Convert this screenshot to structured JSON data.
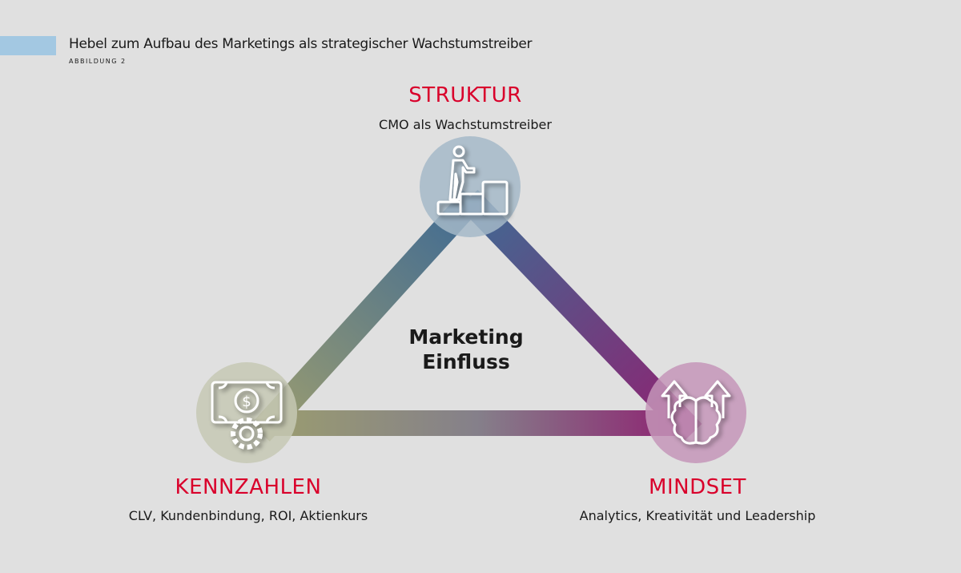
{
  "header": {
    "title": "Hebel zum Aufbau des Marketings als strategischer Wachstumstreiber",
    "subtitle": "ABBILDUNG 2"
  },
  "center": {
    "line1": "Marketing",
    "line2": "Einfluss"
  },
  "nodes": {
    "struktur": {
      "title": "STRUKTUR",
      "desc": "CMO als Wachstumstreiber",
      "icon": "person-climbing-steps-icon",
      "color": "#a5b8c8"
    },
    "kennzahlen": {
      "title": "KENNZAHLEN",
      "desc": "CLV, Kundenbindung, ROI, Aktienkurs",
      "icon": "money-gear-icon",
      "color": "#c6c8b4"
    },
    "mindset": {
      "title": "MINDSET",
      "desc": "Analytics, Kreativität und Leadership",
      "icon": "brain-arrows-icon",
      "color": "#c495b9"
    }
  },
  "colors": {
    "accent": "#a3c8e2",
    "title_red": "#d9002b",
    "blue": "#3f6a93",
    "olive": "#9a9c70",
    "magenta": "#8e2372"
  }
}
